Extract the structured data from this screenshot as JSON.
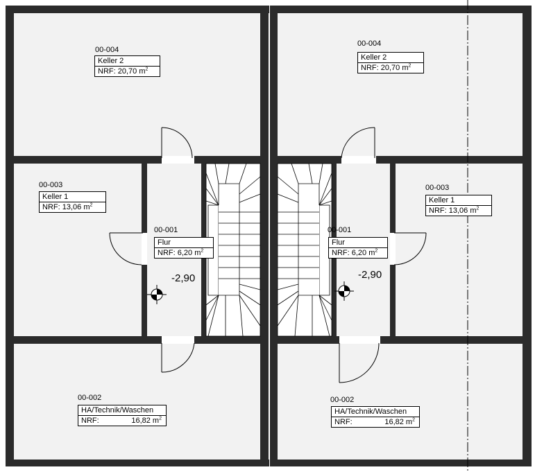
{
  "rooms": {
    "left": {
      "keller2": {
        "id": "00-004",
        "name": "Keller 2",
        "nrf_label": "NRF:",
        "nrf_value": "20,70 m",
        "unit_exp": "2"
      },
      "keller1": {
        "id": "00-003",
        "name": "Keller 1",
        "nrf_label": "NRF:",
        "nrf_value": "13,06 m",
        "unit_exp": "2"
      },
      "flur": {
        "id": "00-001",
        "name": "Flur",
        "nrf_label": "NRF:",
        "nrf_value": "6,20 m",
        "unit_exp": "2"
      },
      "technik": {
        "id": "00-002",
        "name": "HA/Technik/Waschen",
        "nrf_label": "NRF:",
        "nrf_value": "16,82 m",
        "unit_exp": "2"
      },
      "elevation": "-2,90"
    },
    "right": {
      "keller2": {
        "id": "00-004",
        "name": "Keller 2",
        "nrf_label": "NRF:",
        "nrf_value": "20,70 m",
        "unit_exp": "2"
      },
      "keller1": {
        "id": "00-003",
        "name": "Keller 1",
        "nrf_label": "NRF:",
        "nrf_value": "13,06 m",
        "unit_exp": "2"
      },
      "flur": {
        "id": "00-001",
        "name": "Flur",
        "nrf_label": "NRF:",
        "nrf_value": "6,20 m",
        "unit_exp": "2"
      },
      "technik": {
        "id": "00-002",
        "name": "HA/Technik/Waschen",
        "nrf_label": "NRF:",
        "nrf_value": "16,82 m",
        "unit_exp": "2"
      },
      "elevation": "-2,90"
    }
  },
  "colors": {
    "wall": "#2b2b2b",
    "floor": "#f2f2f2",
    "line": "#000000"
  }
}
